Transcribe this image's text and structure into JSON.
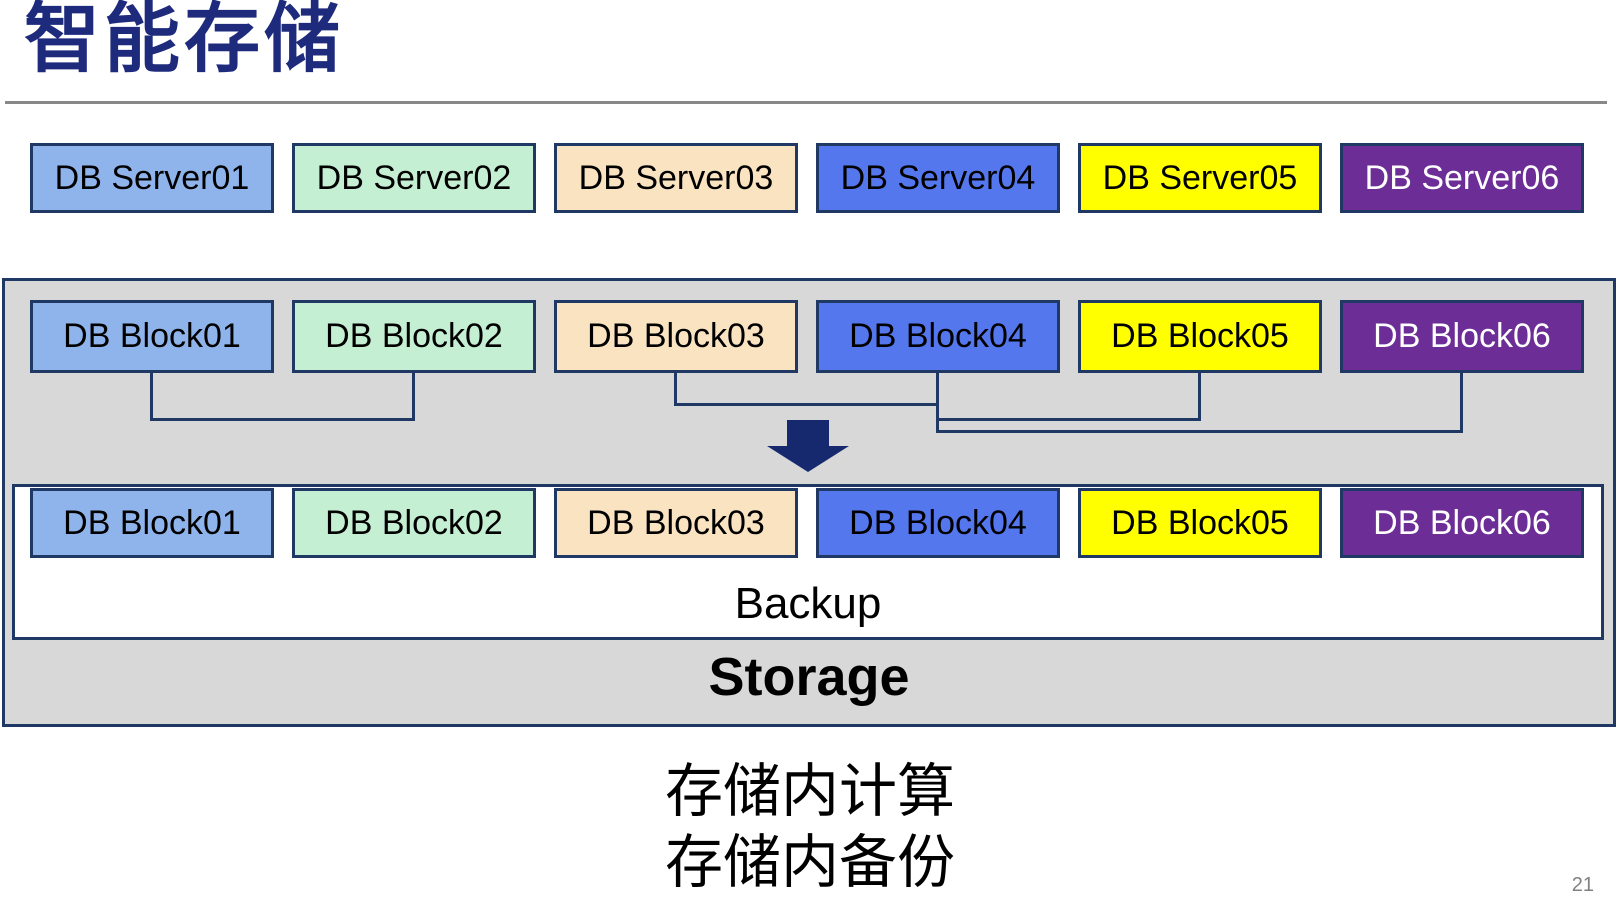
{
  "title": {
    "text": "智能存储",
    "color": "#1E2B7D"
  },
  "page_number": "21",
  "captions": {
    "line1": "存储内计算",
    "line2": "存储内备份"
  },
  "palette": {
    "box_border": "#1F3864",
    "container_background": "#D8D8D8",
    "connector": "#1F3864",
    "arrow": "#17296E"
  },
  "server_row": {
    "items": [
      {
        "label": "DB Server01",
        "bg": "#8FB4EC",
        "fg": "#000000"
      },
      {
        "label": "DB Server02",
        "bg": "#C5EFD2",
        "fg": "#000000"
      },
      {
        "label": "DB Server03",
        "bg": "#FAE3C1",
        "fg": "#000000"
      },
      {
        "label": "DB Server04",
        "bg": "#5577EE",
        "fg": "#000000"
      },
      {
        "label": "DB Server05",
        "bg": "#FFFF00",
        "fg": "#000000"
      },
      {
        "label": "DB Server06",
        "bg": "#6C2D96",
        "fg": "#FFFFFF"
      }
    ]
  },
  "storage": {
    "label": "Storage",
    "backup_label": "Backup",
    "blocks_top": {
      "items": [
        {
          "label": "DB Block01",
          "bg": "#8FB4EC",
          "fg": "#000000"
        },
        {
          "label": "DB Block02",
          "bg": "#C5EFD2",
          "fg": "#000000"
        },
        {
          "label": "DB Block03",
          "bg": "#FAE3C1",
          "fg": "#000000"
        },
        {
          "label": "DB Block04",
          "bg": "#5577EE",
          "fg": "#000000"
        },
        {
          "label": "DB Block05",
          "bg": "#FFFF00",
          "fg": "#000000"
        },
        {
          "label": "DB Block06",
          "bg": "#6C2D96",
          "fg": "#FFFFFF"
        }
      ]
    },
    "blocks_bottom": {
      "items": [
        {
          "label": "DB Block01",
          "bg": "#8FB4EC",
          "fg": "#000000"
        },
        {
          "label": "DB Block02",
          "bg": "#C5EFD2",
          "fg": "#000000"
        },
        {
          "label": "DB Block03",
          "bg": "#FAE3C1",
          "fg": "#000000"
        },
        {
          "label": "DB Block04",
          "bg": "#5577EE",
          "fg": "#000000"
        },
        {
          "label": "DB Block05",
          "bg": "#FFFF00",
          "fg": "#000000"
        },
        {
          "label": "DB Block06",
          "bg": "#6C2D96",
          "fg": "#FFFFFF"
        }
      ]
    }
  }
}
